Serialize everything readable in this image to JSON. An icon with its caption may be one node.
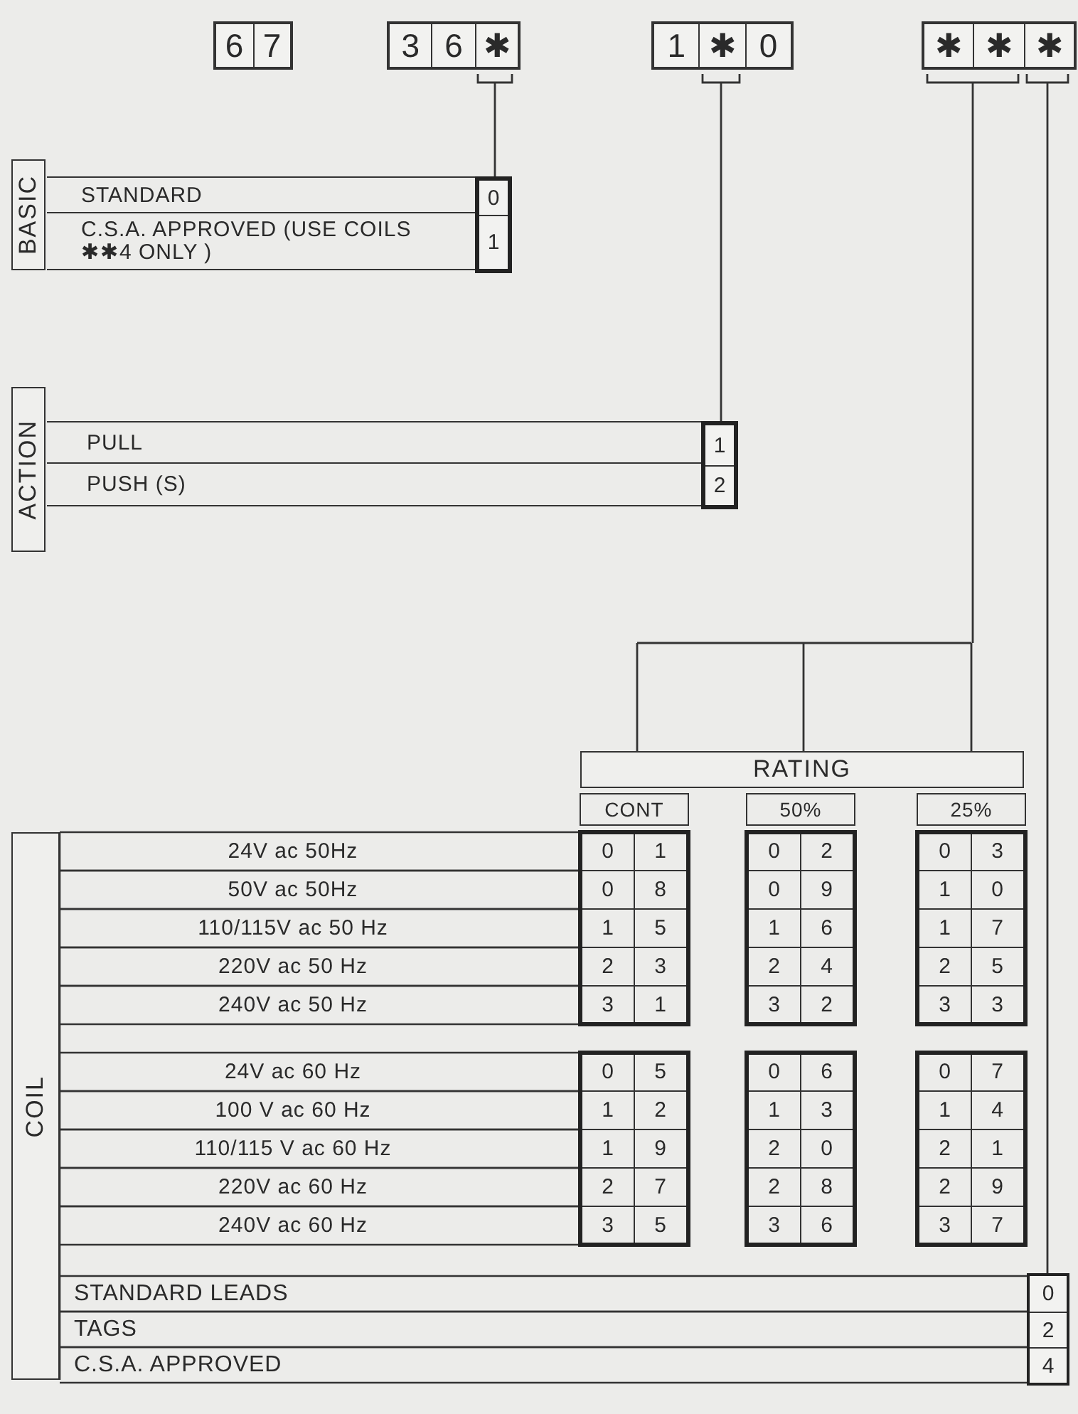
{
  "diagram": {
    "nodes": [
      {
        "text": [
          "6",
          "7"
        ]
      },
      {
        "text": [
          "3",
          "6",
          "✱"
        ]
      },
      {
        "text": [
          "1",
          "✱",
          "0"
        ]
      },
      {
        "text": [
          "✱",
          "✱",
          "✱"
        ]
      },
      {
        "text": [
          "BASIC"
        ]
      },
      {
        "text": [
          "0",
          "1"
        ]
      },
      {
        "text": [
          "ACTION"
        ]
      },
      {
        "text": [
          "1",
          "2"
        ]
      },
      {
        "text": [
          "RATING"
        ]
      },
      {
        "text": [
          "COIL"
        ]
      },
      {
        "text": [
          "0",
          "2",
          "4"
        ]
      }
    ],
    "edges": [
      {
        "from": 1,
        "to": 5,
        "arrow": "none"
      },
      {
        "from": 2,
        "to": 7,
        "arrow": "none"
      },
      {
        "from": 3,
        "to": 8,
        "arrow": "none"
      },
      {
        "from": 3,
        "to": 10,
        "arrow": "none"
      }
    ],
    "labels": [
      "STANDARD",
      "C.S.A. APPROVED (USE COILS ✱✱4 ONLY )",
      "PULL",
      "PUSH (S)",
      "CONT",
      "50%",
      "25%",
      "24V ac 50Hz",
      "0",
      "1",
      "0",
      "2",
      "0",
      "3",
      "50V ac 50Hz",
      "0",
      "8",
      "0",
      "9",
      "1",
      "0",
      "110/115V ac 50 Hz",
      "1",
      "5",
      "1",
      "6",
      "1",
      "7",
      "220V ac 50 Hz",
      "2",
      "3",
      "2",
      "4",
      "2",
      "5",
      "240V ac 50 Hz",
      "3",
      "1",
      "3",
      "2",
      "3",
      "3",
      "24V ac 60 Hz",
      "0",
      "5",
      "0",
      "6",
      "0",
      "7",
      "100 V ac 60 Hz",
      "1",
      "2",
      "1",
      "3",
      "1",
      "4",
      "110/115 V ac 60 Hz",
      "1",
      "9",
      "2",
      "0",
      "2",
      "1",
      "220V ac 60 Hz",
      "2",
      "7",
      "2",
      "8",
      "2",
      "9",
      "240V ac 60 Hz",
      "3",
      "5",
      "3",
      "6",
      "3",
      "7",
      "STANDARD LEADS",
      "TAGS",
      "C.S.A. APPROVED"
    ]
  }
}
